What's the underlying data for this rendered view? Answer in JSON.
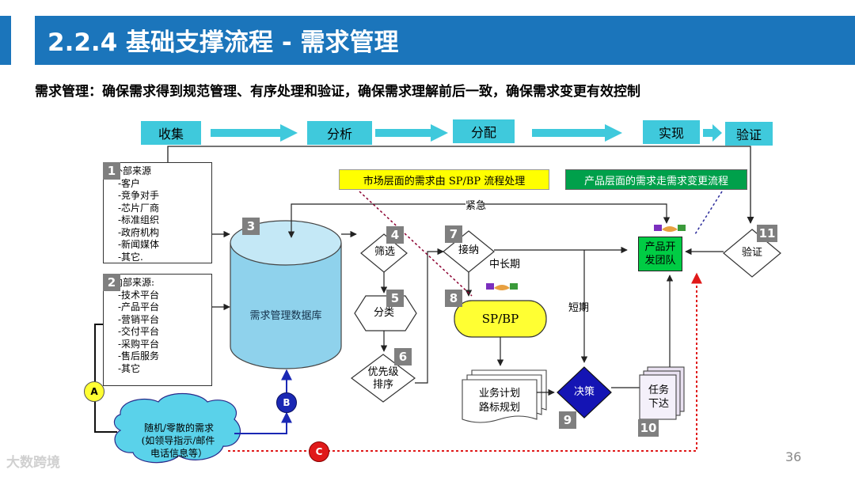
{
  "header": {
    "title": "2.2.4 基础支撑流程 - 需求管理"
  },
  "subtitle": "需求管理：确保需求得到规范管理、有序处理和验证，确保需求理解前后一致，确保需求变更有效控制",
  "stages": [
    "收集",
    "分析",
    "分配",
    "实现",
    "验证"
  ],
  "sources": {
    "external": {
      "title": "外部来源",
      "items": [
        "-客户",
        "-竞争对手",
        "-芯片厂商",
        "-标准组织",
        "-政府机构",
        "-新闻媒体",
        "-其它."
      ]
    },
    "internal": {
      "title": "内部来源:",
      "items": [
        "-技术平台",
        "-产品平台",
        "-营销平台",
        "-交付平台",
        "-采购平台",
        "-售后服务",
        "-其它"
      ]
    }
  },
  "steps": {
    "s1": "1",
    "s2": "2",
    "s3": "3",
    "s4": "4",
    "s5": "5",
    "s6": "6",
    "s7": "7",
    "s8": "8",
    "s9": "9",
    "s10": "10",
    "s11": "11"
  },
  "nodes": {
    "database": "需求管理数据库",
    "filter": "筛选",
    "classify": "分类",
    "priority_line1": "优先级",
    "priority_line2": "排序",
    "accept": "接纳",
    "spbp": "SP/BP",
    "plan_line1": "业务计划",
    "plan_line2": "路标规划",
    "decision": "决策",
    "task_line1": "任务",
    "task_line2": "下达",
    "team_line1": "产品开",
    "team_line2": "发团队",
    "verify": "验证",
    "random_line1": "随机/零散的需求",
    "random_line2": "(如领导指示/邮件",
    "random_line3": "电话信息等）"
  },
  "notes": {
    "market": "市场层面的需求由 SP/BP  流程处理",
    "product": "产品层面的需求走需求变更流程"
  },
  "labels": {
    "urgent": "紧急",
    "midlong": "中长期",
    "short": "短期"
  },
  "paths": {
    "a": "A",
    "b": "B",
    "c": "C"
  },
  "footer": {
    "page": "36",
    "logo": "大数跨境"
  },
  "colors": {
    "title_bar": "#1b75bb",
    "stage": "#3fc9dc",
    "database": "#8fd2ec",
    "team": "#00cc44",
    "spbp": "#ffff33",
    "decision": "#1414b4",
    "path_c": "#e01919",
    "path_b": "#1a28b4"
  }
}
